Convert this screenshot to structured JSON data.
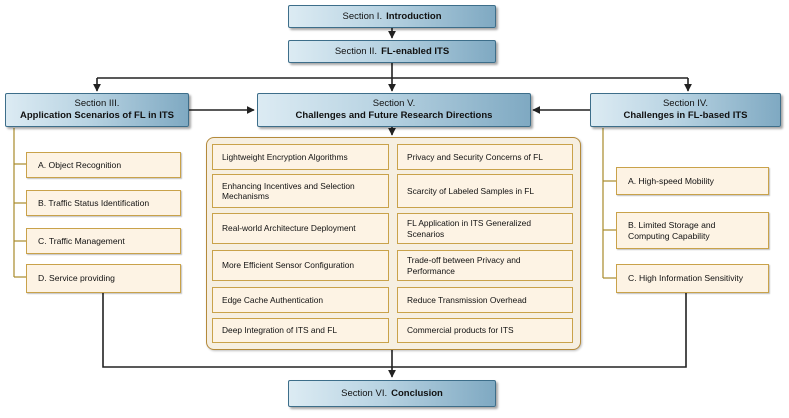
{
  "sections": {
    "s1": {
      "prefix": "Section I.",
      "title": "Introduction"
    },
    "s2": {
      "prefix": "Section II.",
      "title": "FL-enabled ITS"
    },
    "s3": {
      "prefix": "Section III.",
      "title": "Application Scenarios of FL in ITS"
    },
    "s4": {
      "prefix": "Section IV.",
      "title": "Challenges in FL-based ITS"
    },
    "s5": {
      "prefix": "Section V.",
      "title": "Challenges and Future Research Directions"
    },
    "s6": {
      "prefix": "Section VI.",
      "title": "Conclusion"
    }
  },
  "left_items": [
    "A. Object Recognition",
    "B. Traffic Status Identification",
    "C. Traffic Management",
    "D. Service providing"
  ],
  "right_items": [
    "A. High-speed Mobility",
    "B. Limited Storage and\nComputing Capability",
    "C. High Information Sensitivity"
  ],
  "center_left": [
    "Lightweight Encryption Algorithms",
    "Enhancing Incentives and Selection\nMechanisms",
    "Real-world Architecture Deployment",
    "More Efficient Sensor Configuration",
    "Edge Cache Authentication",
    "Deep Integration of ITS and FL"
  ],
  "center_right": [
    "Privacy and Security Concerns of FL",
    "Scarcity of Labeled Samples in FL",
    "FL Application in ITS Generalized\nScenarios",
    "Trade-off between Privacy and\nPerformance",
    "Reduce Transmission Overhead",
    "Commercial products for ITS"
  ],
  "colors": {
    "section_border": "#3d6e8a",
    "item_border": "#c9a24a",
    "item_fill": "#fdf3e4",
    "panel_fill": "#f6efe1",
    "connector": "#222222",
    "branch_line": "#a88a2a"
  }
}
